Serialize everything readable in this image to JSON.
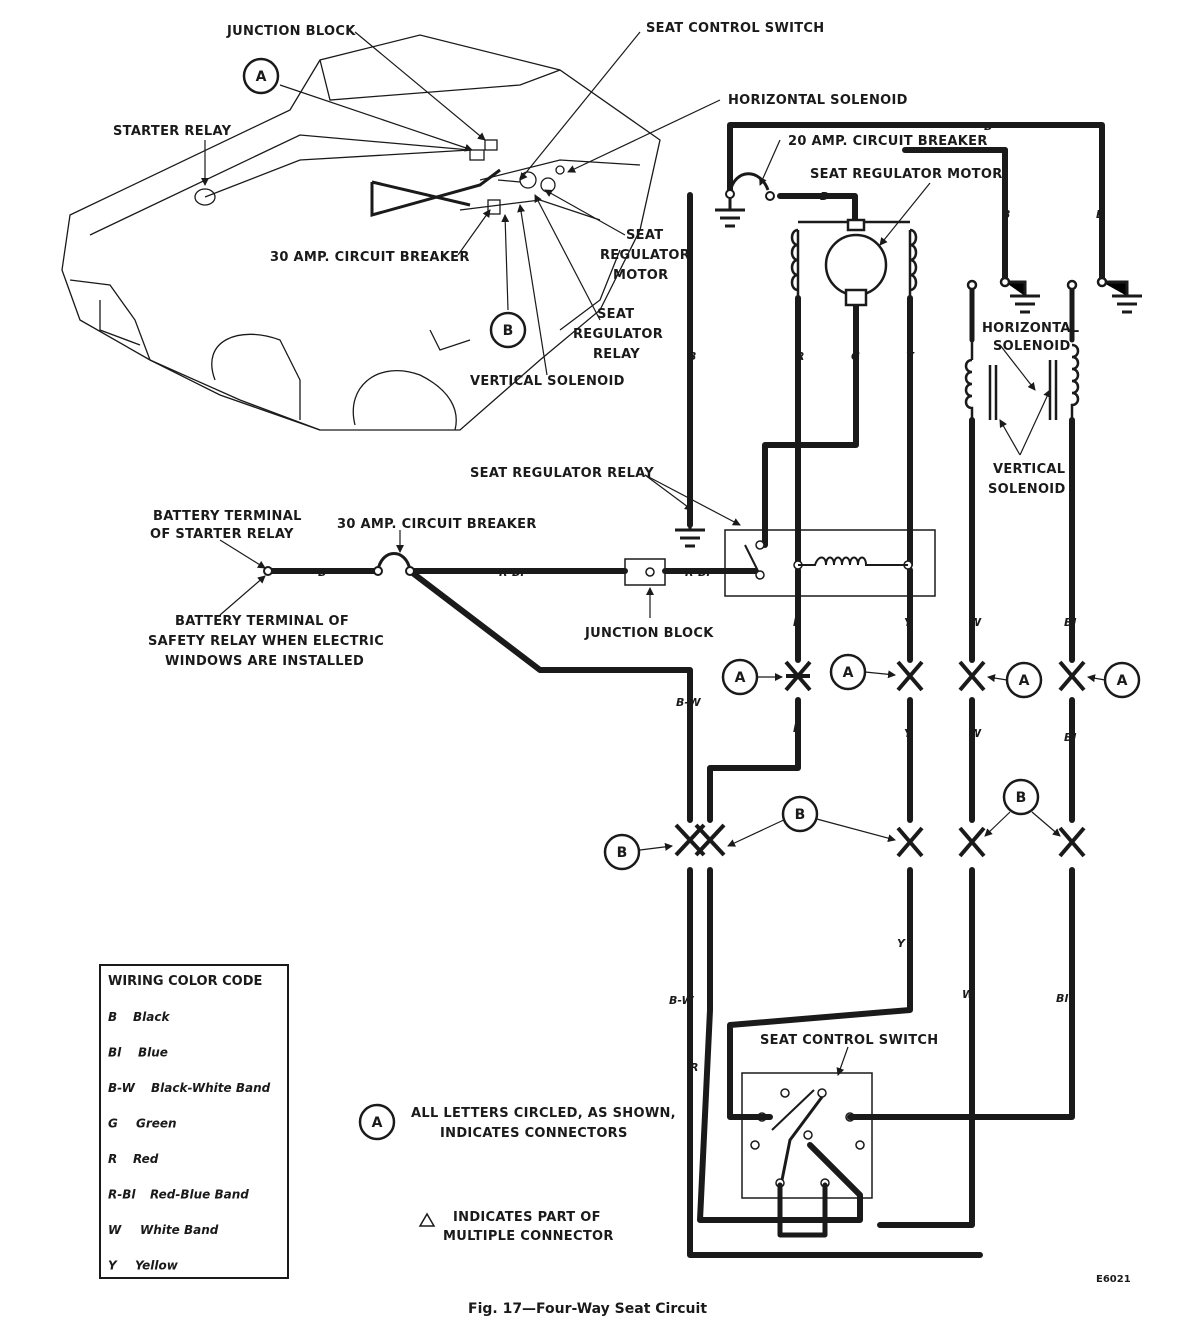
{
  "labels": {
    "junction_block_top": "JUNCTION BLOCK",
    "seat_control_switch_top": "SEAT CONTROL SWITCH",
    "horizontal_solenoid_top": "HORIZONTAL SOLENOID",
    "starter_relay": "STARTER RELAY",
    "cb20": "20 AMP. CIRCUIT BREAKER",
    "seat_regulator_motor": "SEAT REGULATOR MOTOR",
    "seat_motor_l1": "SEAT",
    "seat_motor_l2": "REGULATOR",
    "seat_motor_l3": "MOTOR",
    "cb30_top": "30 AMP. CIRCUIT BREAKER",
    "seat_relay_l1": "SEAT",
    "seat_relay_l2": "REGULATOR",
    "seat_relay_l3": "RELAY",
    "vertical_solenoid_top": "VERTICAL SOLENOID",
    "horizontal_l1": "HORIZONTAL",
    "horizontal_l2": "SOLENOID",
    "vertical_l1": "VERTICAL",
    "vertical_l2": "SOLENOID",
    "seat_regulator_relay": "SEAT REGULATOR RELAY",
    "battery_terminal_l1": "BATTERY TERMINAL",
    "battery_terminal_l2": "OF STARTER RELAY",
    "cb30_mid": "30 AMP. CIRCUIT BREAKER",
    "safety_l1": "BATTERY TERMINAL OF",
    "safety_l2": "SAFETY RELAY WHEN ELECTRIC",
    "safety_l3": "WINDOWS ARE INSTALLED",
    "junction_block_mid": "JUNCTION BLOCK",
    "seat_control_switch_bottom": "SEAT CONTROL SWITCH",
    "note_a_l1": "ALL LETTERS CIRCLED, AS SHOWN,",
    "note_a_l2": "INDICATES CONNECTORS",
    "note_tri_l1": "INDICATES PART OF",
    "note_tri_l2": "MULTIPLE CONNECTOR",
    "drawing_code": "E6021",
    "caption": "Fig. 17—Four-Way Seat Circuit"
  },
  "connector_letters": {
    "a": "A",
    "b": "B"
  },
  "wire_labels": {
    "b": "B",
    "bl": "Bl",
    "bw": "B-W",
    "g": "G",
    "r": "R",
    "rbl": "R-Bl",
    "w": "W",
    "y": "Y"
  },
  "legend": {
    "title": "WIRING COLOR CODE",
    "items": [
      {
        "code": "B",
        "meaning": "Black"
      },
      {
        "code": "Bl",
        "meaning": "Blue"
      },
      {
        "code": "B-W",
        "meaning": "Black-White Band"
      },
      {
        "code": "G",
        "meaning": "Green"
      },
      {
        "code": "R",
        "meaning": "Red"
      },
      {
        "code": "R-Bl",
        "meaning": "Red-Blue Band"
      },
      {
        "code": "W",
        "meaning": "White Band"
      },
      {
        "code": "Y",
        "meaning": "Yellow"
      }
    ]
  },
  "colors": {
    "ink": "#1a1a1a",
    "paper": "#ffffff"
  }
}
